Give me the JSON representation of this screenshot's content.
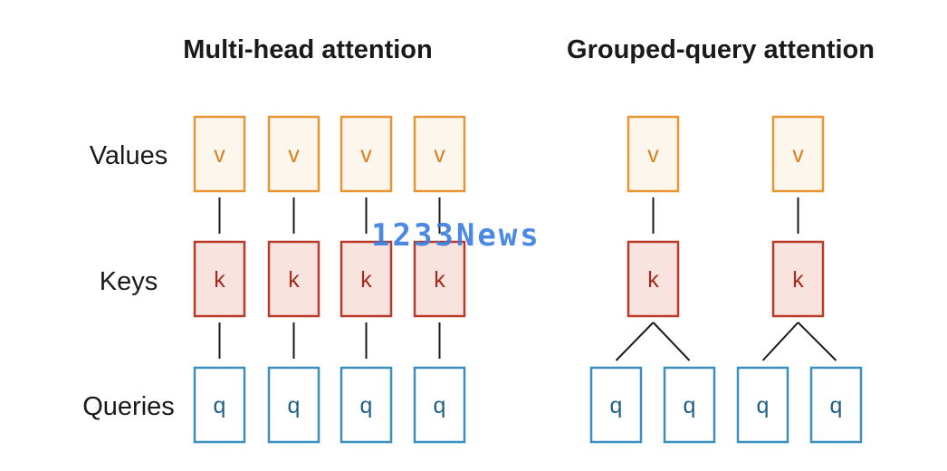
{
  "titles": {
    "mha": "Multi-head attention",
    "gqa": "Grouped-query attention"
  },
  "row_labels": {
    "values": "Values",
    "keys": "Keys",
    "queries": "Queries"
  },
  "letters": {
    "value": "v",
    "key": "k",
    "query": "q"
  },
  "colors": {
    "value_stroke": "#ea9534",
    "value_fill": "#fdf6ec",
    "value_text": "#d9801f",
    "key_stroke": "#b93a2b",
    "key_fill": "#f8e3df",
    "key_text": "#a52a1d",
    "query_stroke": "#3a8fbe",
    "query_fill": "#ffffff",
    "query_text": "#1f5f86",
    "line": "#1a1a1a"
  },
  "watermark": "1233News"
}
